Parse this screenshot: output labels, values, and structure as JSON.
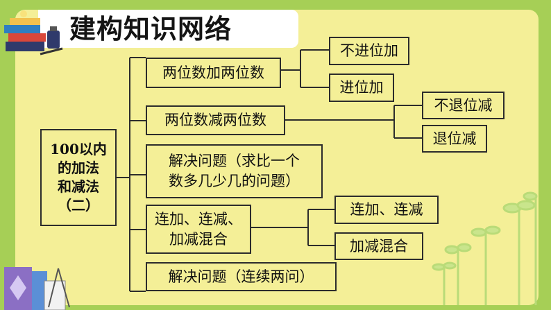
{
  "header": {
    "title": "建构知识网络"
  },
  "root": {
    "lines": [
      "100以内",
      "的加法",
      "和减法",
      "（二）"
    ]
  },
  "branches": [
    {
      "label": "两位数加两位数",
      "children": [
        "不进位加",
        "进位加"
      ]
    },
    {
      "label": "两位数减两位数",
      "children": [
        "不退位减",
        "退位减"
      ]
    },
    {
      "lines": [
        "解决问题（求比一个",
        "数多几少几的问题）"
      ]
    },
    {
      "lines": [
        "连加、连减、",
        "加减混合"
      ],
      "children": [
        "连加、连减",
        "加减混合"
      ]
    },
    {
      "label": "解决问题（连续两问）"
    }
  ],
  "colors": {
    "background": "#a6cf56",
    "panel": "#f4ef97",
    "line": "#2c2c2c"
  }
}
